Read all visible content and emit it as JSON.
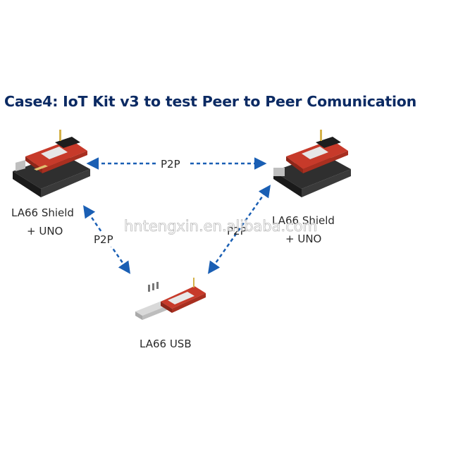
{
  "title": "Case4: IoT Kit v3 to test Peer to Peer Comunication",
  "nodes": {
    "left_board": {
      "line1": "LA66 Shield",
      "line2": "+ UNO"
    },
    "right_board": {
      "line1": "LA66 Shield",
      "line2": "+ UNO"
    },
    "usb": {
      "label": "LA66 USB"
    }
  },
  "links": {
    "top": "P2P",
    "left": "P2P",
    "right": "P2P"
  },
  "watermark": "hntengxin.en.alibaba.com",
  "colors": {
    "title": "#0b2a63",
    "arrow": "#1a5fb4",
    "board_red": "#c73a2a",
    "pcb_black": "#2b2b2b"
  }
}
